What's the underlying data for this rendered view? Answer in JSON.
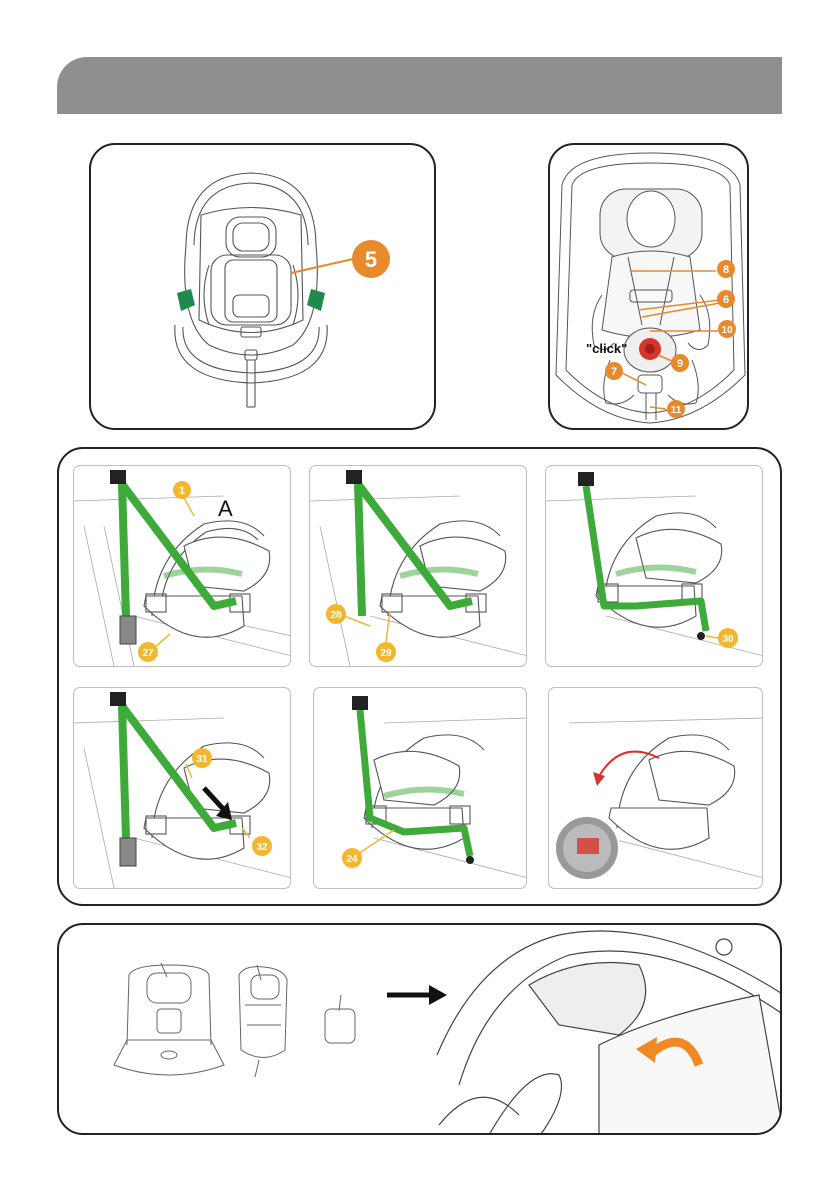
{
  "figure_top_left": {
    "callout": "5"
  },
  "figure_top_right": {
    "callouts": [
      "8",
      "6",
      "10",
      "9",
      "7",
      "11"
    ],
    "click_label": "\"click\""
  },
  "install_steps": [
    {
      "callouts": [
        "1"
      ],
      "letter": "A"
    },
    {
      "callouts": [
        "28",
        "29"
      ]
    },
    {
      "callouts": [
        "30"
      ]
    },
    {
      "callouts": [
        "31",
        "32"
      ]
    },
    {
      "callouts": [
        "24"
      ]
    },
    {
      "callouts": []
    }
  ],
  "installation_grid_first_callout": "27",
  "colors": {
    "header_bar": "#8f8f8f",
    "belt_green": "#3daa3a",
    "callout_orange": "#e8892c",
    "callout_yellow": "#f2b731",
    "arrow_red": "#d9342b",
    "arrow_orange": "#ef8a22"
  },
  "icons": [
    "orange-curved-arrow-icon",
    "black-arrow-right-icon",
    "black-arrow-down-right-icon",
    "red-curved-arrow-icon"
  ]
}
